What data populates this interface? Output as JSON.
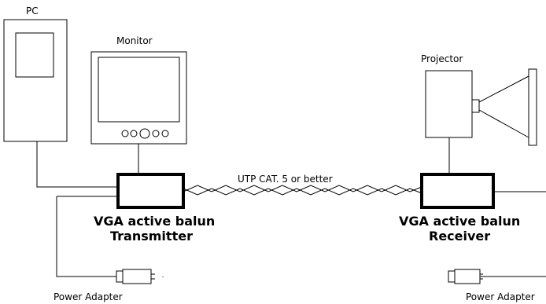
{
  "labels": {
    "pc": "PC",
    "monitor": "Monitor",
    "projector": "Projector",
    "cable": "UTP CAT. 5 or better",
    "transmitter_line1": "VGA active balun",
    "transmitter_line2": "Transmitter",
    "receiver_line1": "VGA active balun",
    "receiver_line2": "Receiver",
    "power_adapter_left": "Power Adapter",
    "power_adapter_right": "Power Adapter"
  },
  "colors": {
    "stroke": "#000000",
    "background": "#ffffff"
  }
}
